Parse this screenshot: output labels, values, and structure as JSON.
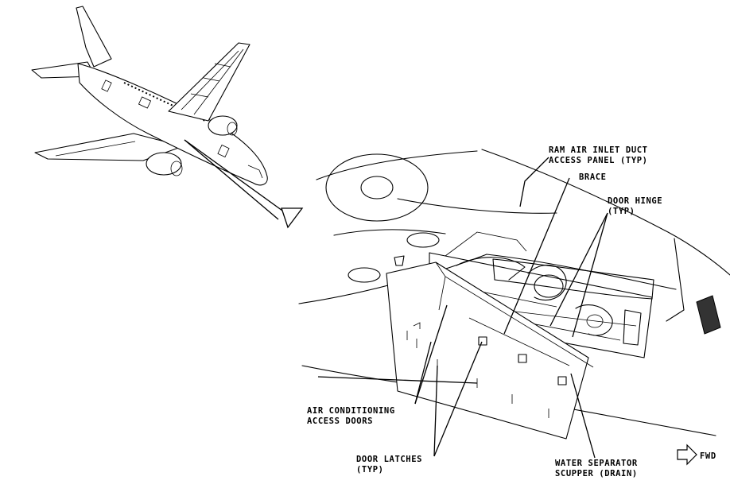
{
  "callouts": {
    "ram_air_line1": "RAM AIR INLET DUCT",
    "ram_air_line2": "ACCESS PANEL (TYP)",
    "brace": "BRACE",
    "door_hinge_line1": "DOOR HINGE",
    "door_hinge_line2": "(TYP)",
    "ac_doors_line1": "AIR CONDITIONING",
    "ac_doors_line2": "ACCESS DOORS",
    "door_latches_line1": "DOOR LATCHES",
    "door_latches_line2": "(TYP)",
    "water_sep_line1": "WATER SEPARATOR",
    "water_sep_line2": "SCUPPER (DRAIN)",
    "fwd": "FWD"
  },
  "icons": {
    "fwd_arrow": "forward-arrow-icon"
  }
}
